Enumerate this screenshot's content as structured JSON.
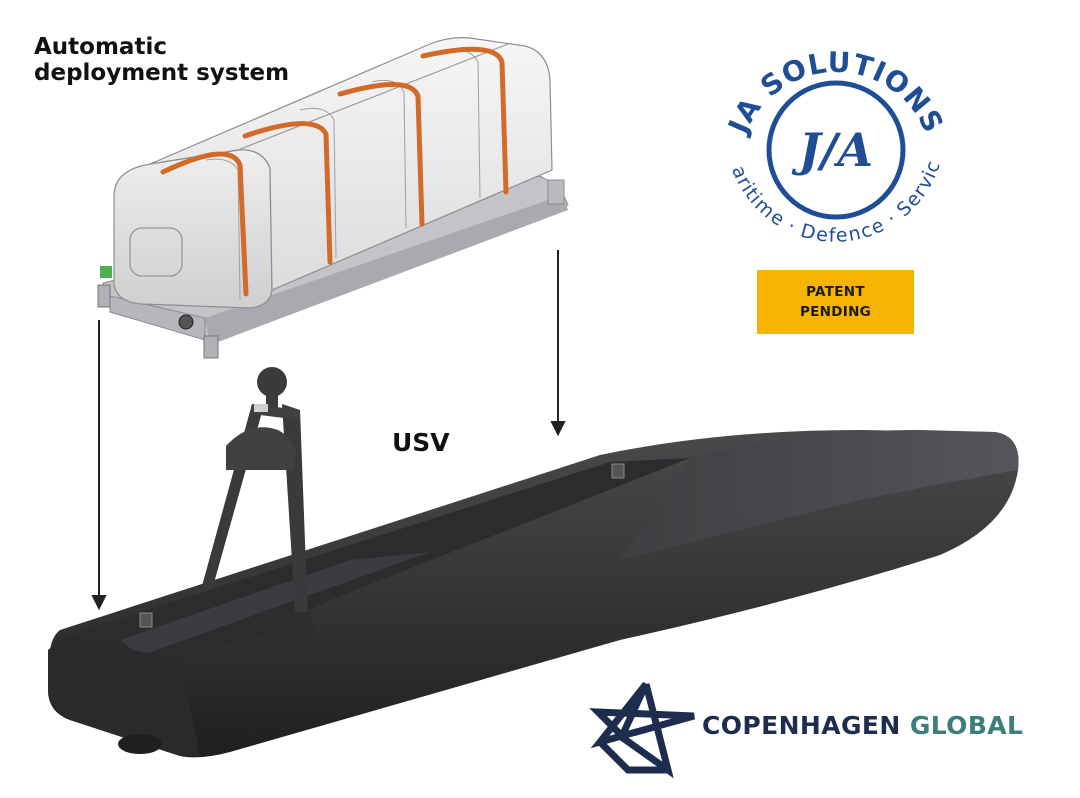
{
  "labels": {
    "deployment_title": "Automatic\ndeployment system",
    "usv": "USV"
  },
  "badge": {
    "line1": "PATENT",
    "line2": "PENDING",
    "color": "#f4b400"
  },
  "ja_logo": {
    "ring_top_text": "JA SOLUTIONS",
    "ring_bottom_text": "Maritime · Defence · Service",
    "monogram": "J/A",
    "color": "#1f4e96"
  },
  "copenhagen_logo": {
    "word1": "COPENHAGEN",
    "word2": "GLOBAL",
    "word1_color": "#1e2d4e",
    "word2_color": "#3c7f7a",
    "star_color": "#1e2d4e"
  },
  "colors": {
    "hull": "#3a3a3c",
    "pod": "#ececec",
    "strap": "#d46a2a",
    "rail": "#bdbdc2"
  }
}
